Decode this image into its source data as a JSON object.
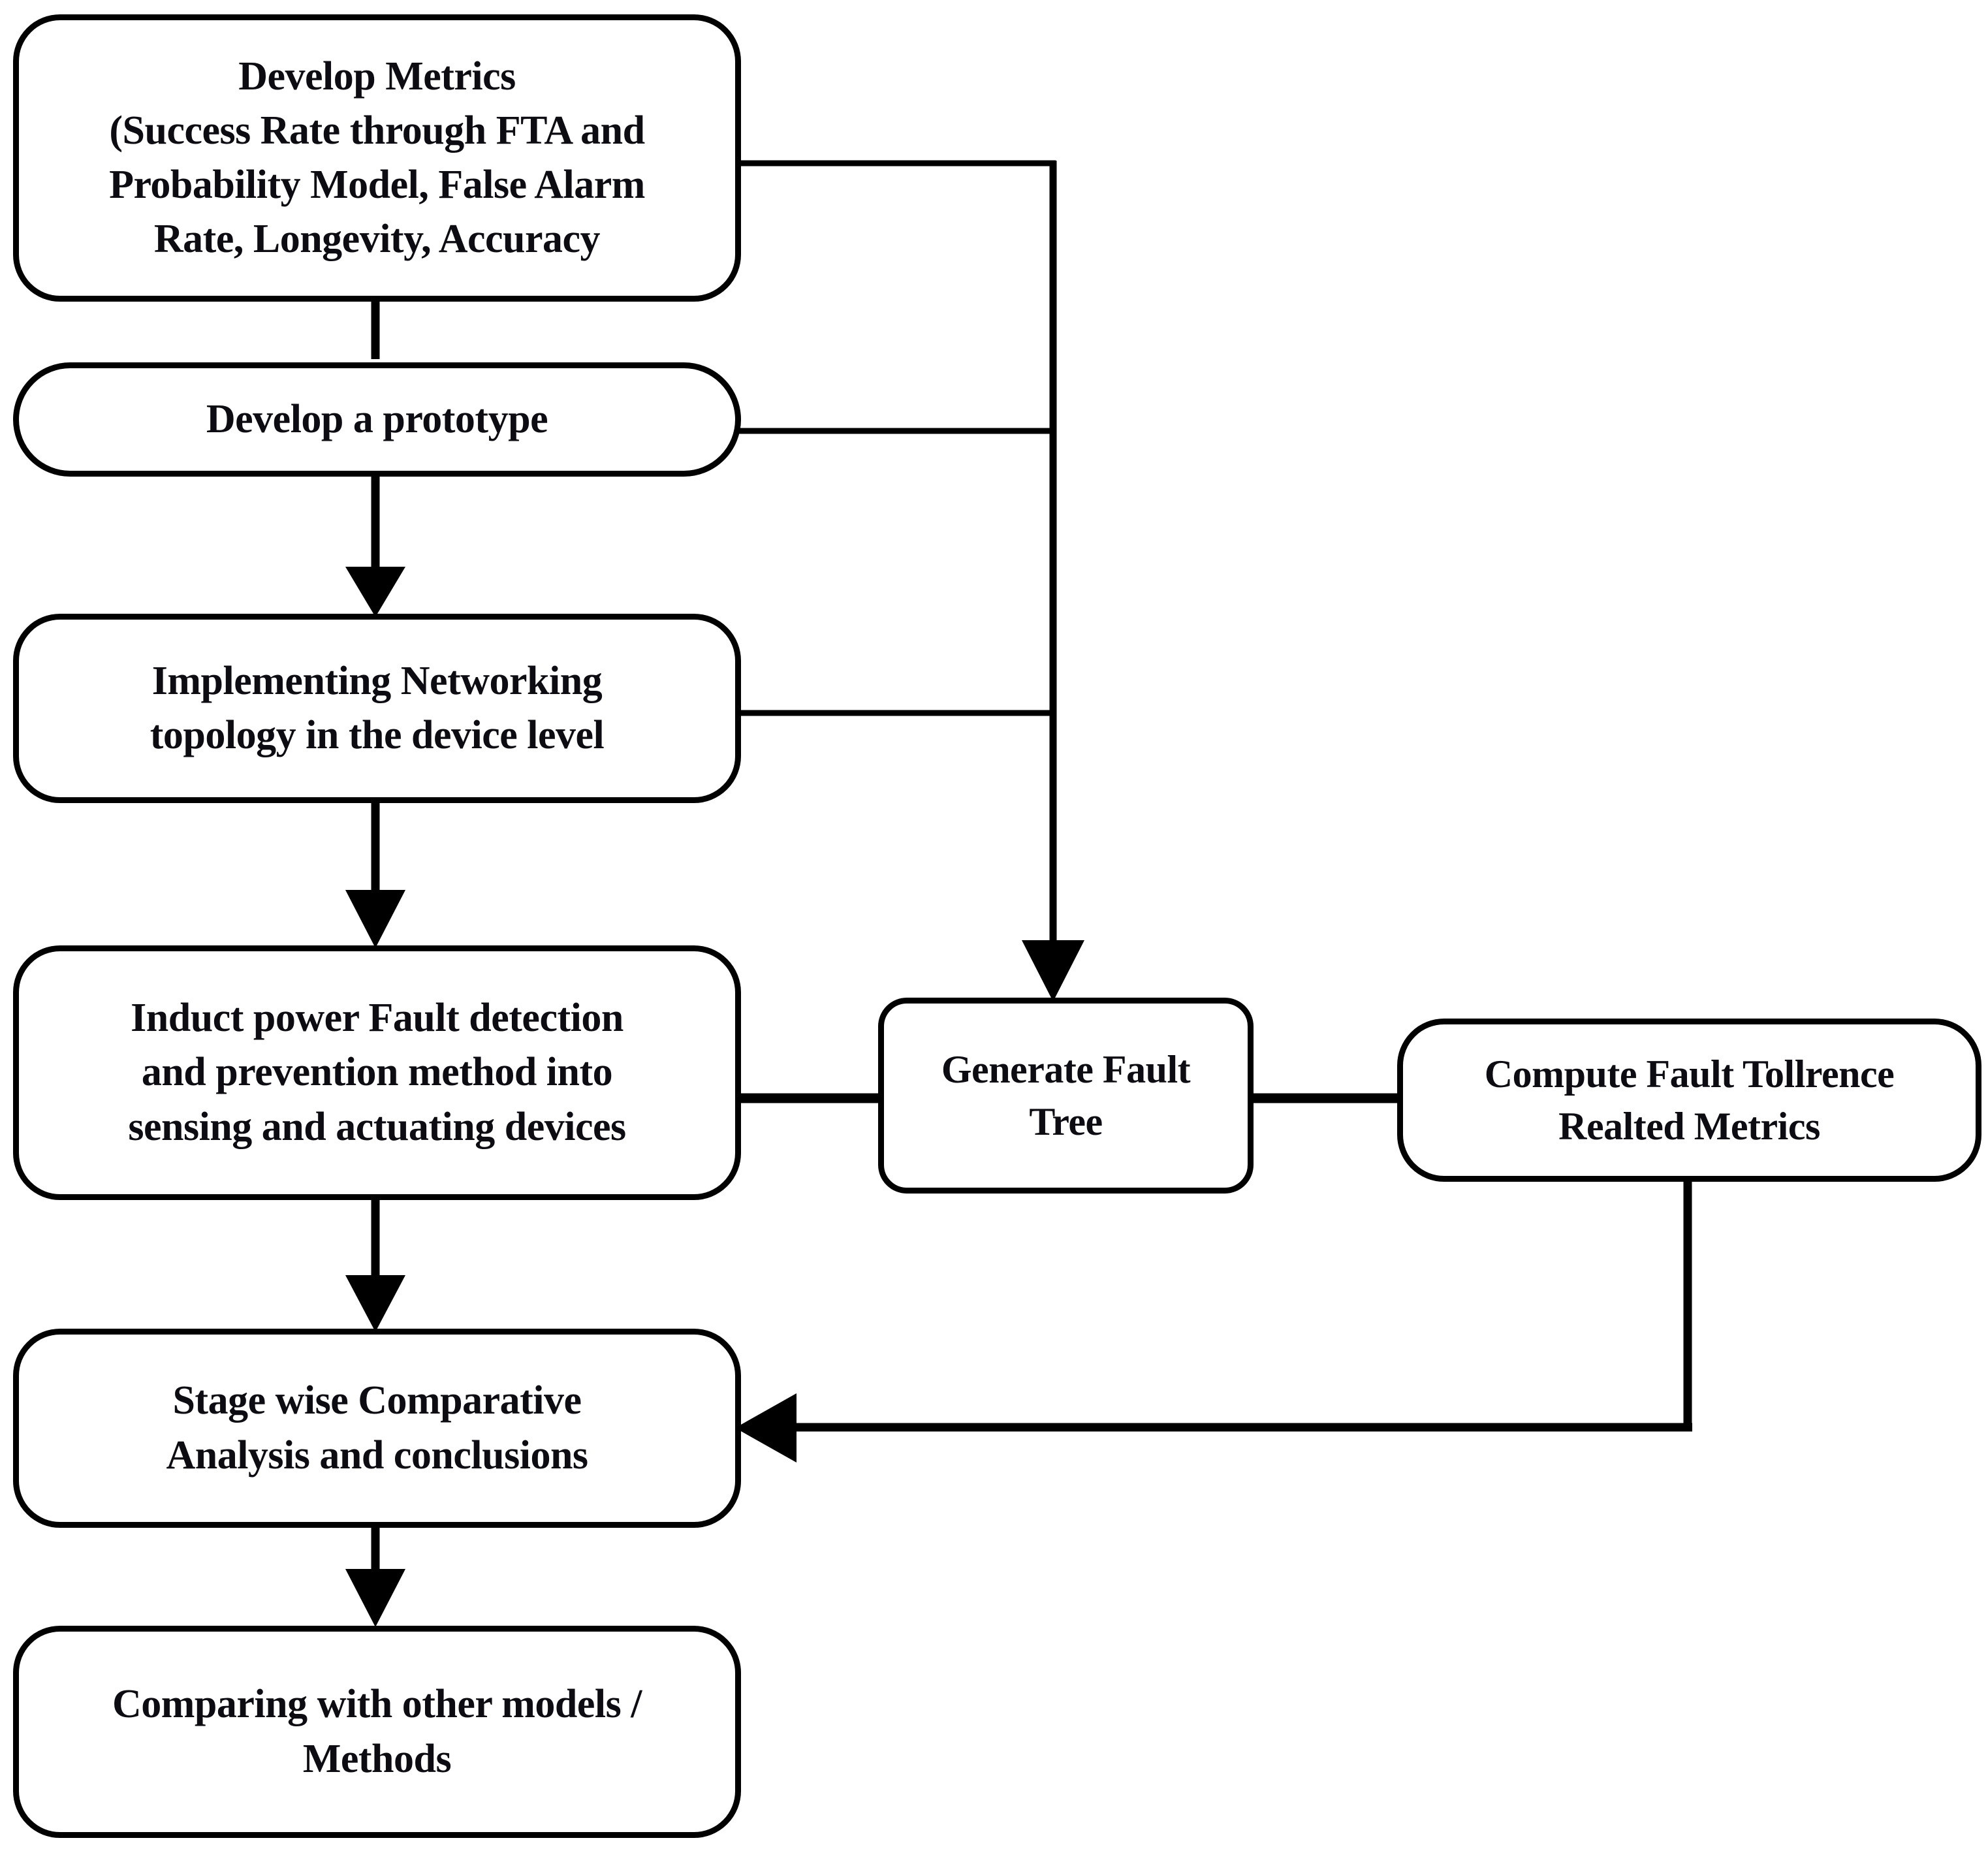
{
  "diagram": {
    "type": "flowchart",
    "title": "",
    "background_color": "#ffffff",
    "stroke_color": "#000000",
    "text_color": "#0c0c12",
    "nodes": [
      {
        "id": "develop-metrics",
        "label": "Develop Metrics\n(Success Rate through FTA and\nProbability Model, False Alarm\nRate, Longevity, Accuracy",
        "shape": "rounded-rectangle"
      },
      {
        "id": "develop-prototype",
        "label": "Develop a prototype",
        "shape": "stadium"
      },
      {
        "id": "implement-topology",
        "label": "Implementing Networking\ntopology in the device level",
        "shape": "rounded-rectangle"
      },
      {
        "id": "induct-power",
        "label": "Induct power Fault detection\nand prevention method into\nsensing and actuating devices",
        "shape": "rounded-rectangle"
      },
      {
        "id": "generate-fault-tree",
        "label": "Generate Fault\nTree",
        "shape": "rounded-rectangle"
      },
      {
        "id": "compute-metrics",
        "label": "Compute Fault Tollrence\nRealted Metrics",
        "shape": "rounded-rectangle"
      },
      {
        "id": "stage-wise",
        "label": "Stage wise Comparative\nAnalysis and conclusions",
        "shape": "rounded-rectangle"
      },
      {
        "id": "comparing-models",
        "label": "Comparing with other models /\nMethods",
        "shape": "rounded-rectangle"
      }
    ],
    "edges": [
      {
        "id": "e1",
        "from": "develop-metrics",
        "to": "develop-prototype",
        "style": "arrow",
        "direction": "down"
      },
      {
        "id": "e2",
        "from": "develop-prototype",
        "to": "implement-topology",
        "style": "arrow",
        "direction": "down"
      },
      {
        "id": "e3",
        "from": "implement-topology",
        "to": "induct-power",
        "style": "arrow",
        "direction": "down"
      },
      {
        "id": "e4",
        "from": "induct-power",
        "to": "stage-wise",
        "style": "arrow",
        "direction": "down"
      },
      {
        "id": "e5",
        "from": "stage-wise",
        "to": "comparing-models",
        "style": "arrow",
        "direction": "down"
      },
      {
        "id": "e6",
        "from": "develop-metrics",
        "to": "generate-fault-tree",
        "style": "arrow",
        "direction": "right-down"
      },
      {
        "id": "e7",
        "from": "develop-prototype",
        "to": "generate-fault-tree",
        "style": "arrow",
        "direction": "right-down"
      },
      {
        "id": "e8",
        "from": "implement-topology",
        "to": "generate-fault-tree",
        "style": "arrow",
        "direction": "right-down"
      },
      {
        "id": "e9",
        "from": "induct-power",
        "to": "generate-fault-tree",
        "style": "plain",
        "direction": "right"
      },
      {
        "id": "e10",
        "from": "generate-fault-tree",
        "to": "compute-metrics",
        "style": "plain",
        "direction": "right"
      },
      {
        "id": "e11",
        "from": "compute-metrics",
        "to": "stage-wise",
        "style": "arrow",
        "direction": "down-left"
      }
    ]
  }
}
